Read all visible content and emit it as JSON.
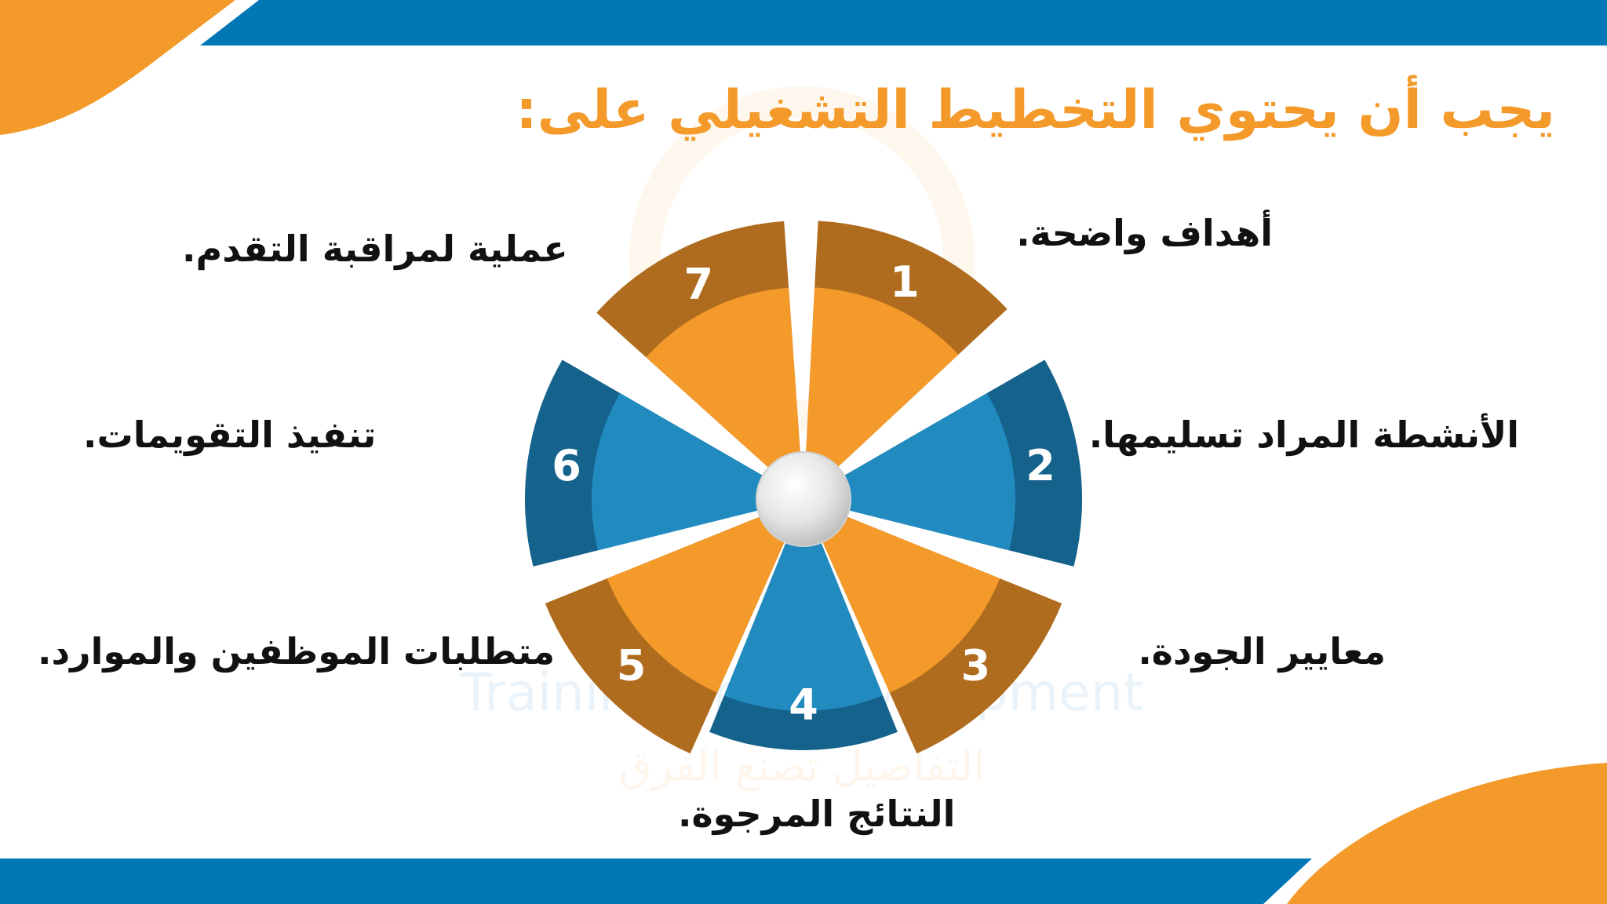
{
  "title": "يجب أن يحتوي التخطيط التشغيلي على:",
  "colors": {
    "orange": "#F39A2B",
    "orange_dark": "#B06C1E",
    "blue": "#218BC0",
    "blue_dark": "#15628C",
    "brand_blue": "#0277B6"
  },
  "items": [
    {
      "number": "1",
      "label": "أهداف واضحة.",
      "color": "orange"
    },
    {
      "number": "2",
      "label": "الأنشطة المراد تسليمها.",
      "color": "blue"
    },
    {
      "number": "3",
      "label": "معايير الجودة.",
      "color": "orange"
    },
    {
      "number": "4",
      "label": "النتائج المرجوة.",
      "color": "blue"
    },
    {
      "number": "5",
      "label": "متطلبات الموظفين والموارد.",
      "color": "orange"
    },
    {
      "number": "6",
      "label": "تنفيذ التقويمات.",
      "color": "blue"
    },
    {
      "number": "7",
      "label": "عملية لمراقبة التقدم.",
      "color": "orange"
    }
  ],
  "watermark": {
    "text_en": "Training and Development",
    "text_ar": "التفاصيل تصنع الفرق"
  }
}
